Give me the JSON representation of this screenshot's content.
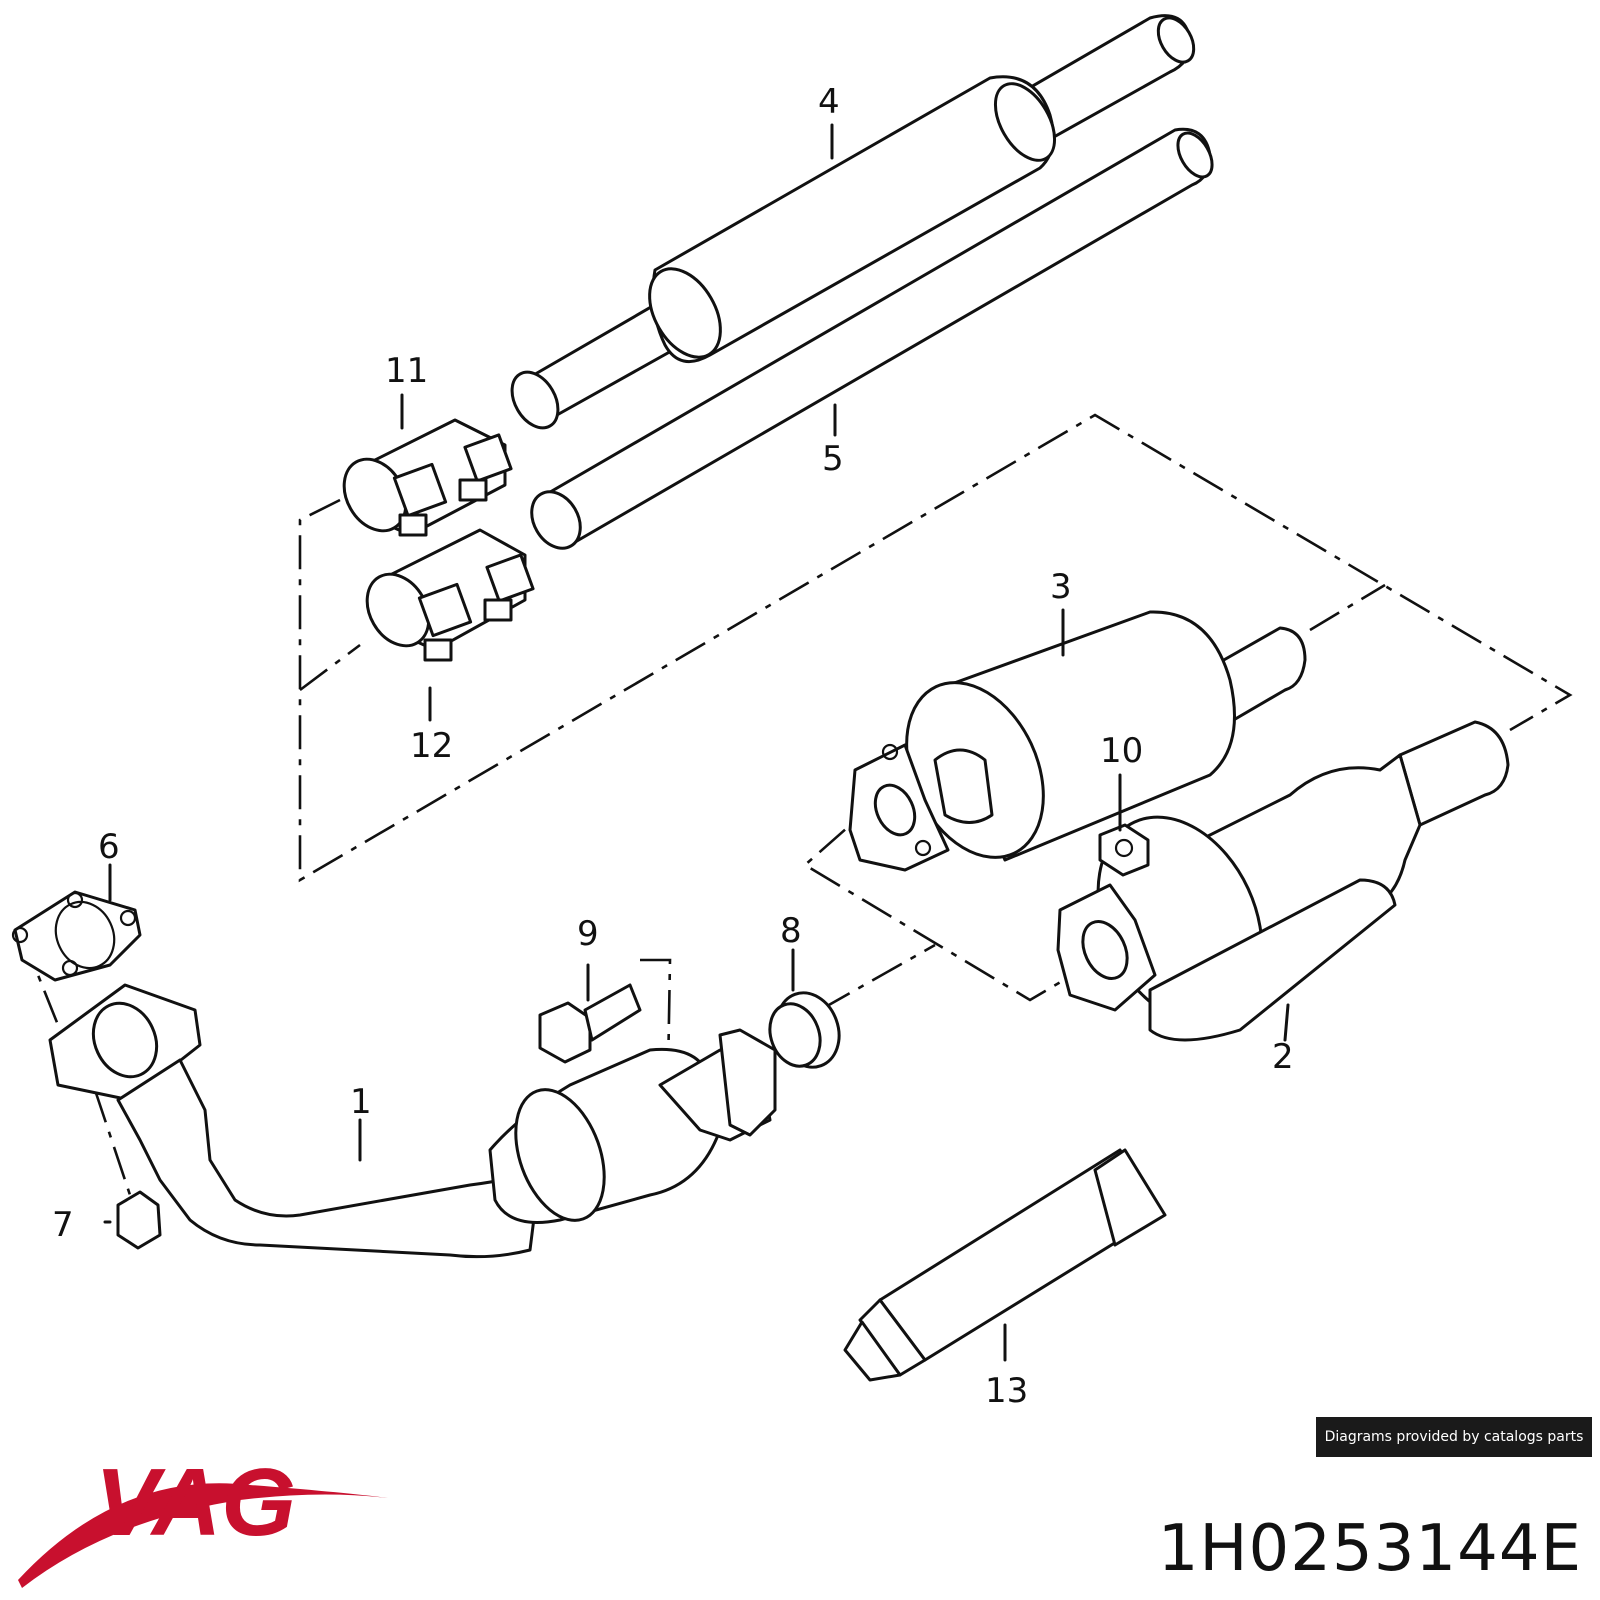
{
  "brand": {
    "name": "VAG",
    "color": "#c8102e"
  },
  "part_number": "1H0253144E",
  "credit": "Diagrams provided by catalogs parts",
  "callouts": {
    "c1": "1",
    "c2": "2",
    "c3": "3",
    "c4": "4",
    "c5": "5",
    "c6": "6",
    "c7": "7",
    "c8": "8",
    "c9": "9",
    "c10": "10",
    "c11": "11",
    "c12": "12",
    "c13": "13"
  }
}
